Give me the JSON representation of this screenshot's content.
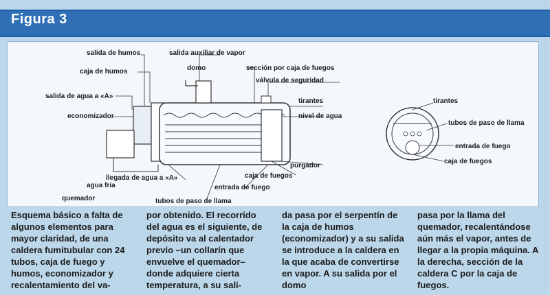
{
  "header": {
    "title": "Figura 3"
  },
  "colors": {
    "header_bg": "#2f6fb6",
    "page_bg": "#bcd7ea",
    "panel_bg": "#f4f7fb"
  },
  "labels": {
    "salida_humos": "salida de humos",
    "salida_auxiliar": "salida auxiliar de vapor",
    "caja_humos": "caja de humos",
    "domo": "domo",
    "seccion_caja_fuegos": "sección por caja de fuegos",
    "valvula_seguridad": "válvula de seguridad",
    "salida_agua_a": "salida de agua a «A»",
    "tirantes": "tirantes",
    "nivel_agua": "nivel de agua",
    "economizador": "economizador",
    "purgador": "purgador",
    "caja_fuegos": "caja de fuegos",
    "llegada_agua_a": "llegada de agua a «A»",
    "agua_fria": "agua fría",
    "entrada_fuego": "entrada de fuego",
    "quemador": "quemador",
    "tubos_paso_llama": "tubos de paso de llama",
    "right_tirantes": "tirantes",
    "right_tubos_paso_llama": "tubos de paso de llama",
    "right_entrada_fuego": "entrada de fuego",
    "right_caja_fuegos": "caja de fuegos"
  },
  "caption": {
    "col1": "Esquema básico a falta de algunos elementos para mayor claridad, de una caldera fumitubular con 24 tubos, caja de fuego y humos, economizador y recalentamiento del va-",
    "col2": "por obtenido. El recorrido del agua es el siguiente, de depósito va al calentador previo –un collarín que envuelve el quemador– donde adquiere cierta temperatura, a su sali-",
    "col3": "da pasa por el serpentín de la caja de humos (economizador) y a su salida se introduce a la caldera en la que acaba de convertirse en vapor. A su salida por el domo",
    "col4": "pasa por la llama del quemador, recalentándose aún más el vapor, antes de llegar a la propia máquina. A la derecha, sección de la caldera C por la caja de fuegos."
  }
}
